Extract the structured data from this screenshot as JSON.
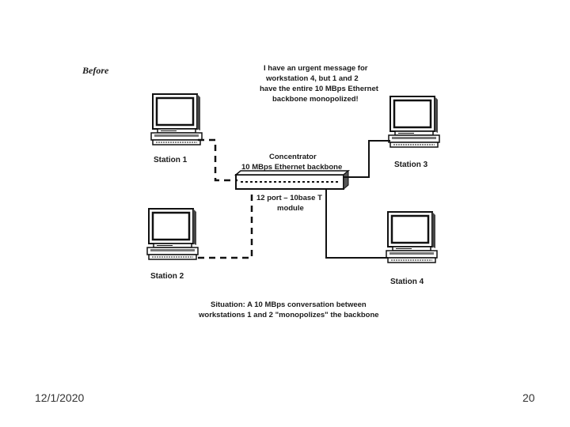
{
  "diagram": {
    "before_label": "Before",
    "speech": [
      "I have an urgent message for",
      "workstation 4, but 1 and 2",
      "have the entire 10 MBps Ethernet",
      "backbone monopolized!"
    ],
    "concentrator": [
      "Concentrator",
      "10 MBps Ethernet backbone"
    ],
    "module": [
      "12 port – 10base T",
      "module"
    ],
    "stations": {
      "s1": "Station 1",
      "s2": "Station 2",
      "s3": "Station 3",
      "s4": "Station 4"
    },
    "situation": [
      "Situation: A 10 MBps conversation between",
      "workstations 1 and 2 \"monopolizes\" the backbone"
    ]
  },
  "footer": {
    "date": "12/1/2020",
    "page": "20"
  }
}
